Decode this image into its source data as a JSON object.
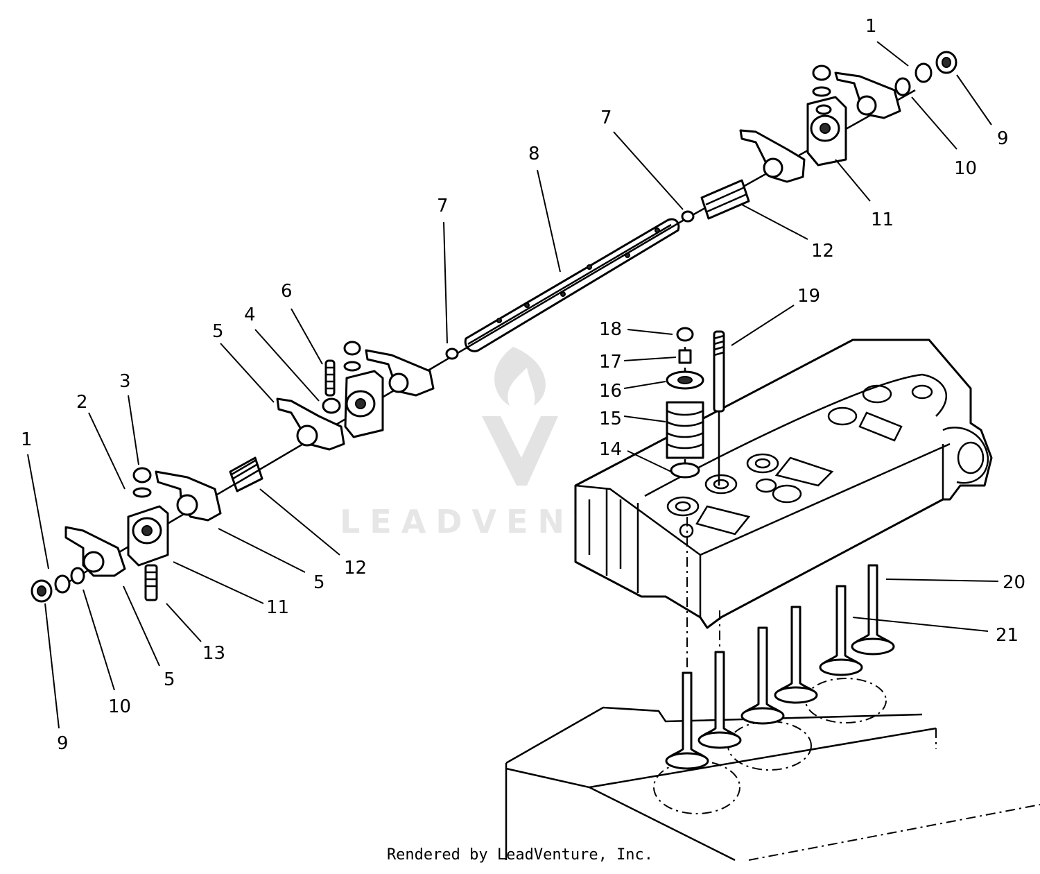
{
  "footer": "Rendered by LeadVenture, Inc.",
  "watermark": {
    "text": "LEADVENTURE"
  },
  "callouts": [
    "1",
    "2",
    "3",
    "4",
    "5",
    "5",
    "5",
    "6",
    "7",
    "7",
    "8",
    "9",
    "9",
    "10",
    "10",
    "11",
    "11",
    "12",
    "12",
    "13",
    "14",
    "15",
    "16",
    "17",
    "18",
    "19",
    "20",
    "21",
    "1"
  ]
}
